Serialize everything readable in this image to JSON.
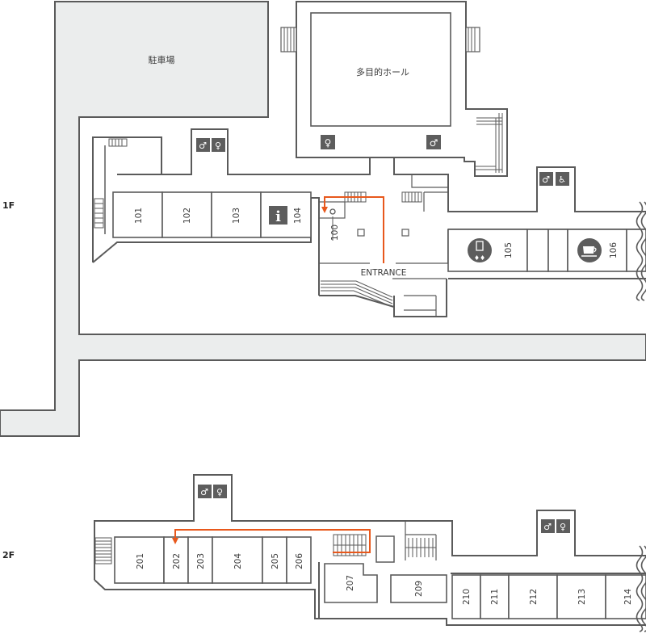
{
  "floors": {
    "f1": {
      "label": "1F"
    },
    "f2": {
      "label": "2F"
    }
  },
  "places": {
    "parking": "駐車場",
    "hall": "多目的ホール",
    "entrance": "ENTRANCE"
  },
  "rooms_1f": {
    "r100": "100",
    "r101": "101",
    "r102": "102",
    "r103": "103",
    "r104": "104",
    "r105": "105",
    "r106": "106"
  },
  "rooms_2f": {
    "r201": "201",
    "r202": "202",
    "r203": "203",
    "r204": "204",
    "r205": "205",
    "r206": "206",
    "r207": "207",
    "r209": "209",
    "r210": "210",
    "r211": "211",
    "r212": "212",
    "r213": "213",
    "r214": "214"
  },
  "icons": {
    "info": "info-icon",
    "restroom": "restroom-icon",
    "accessible": "wheelchair-icon",
    "cafe": "coffee-cup-icon",
    "elevator": "elevator-icon"
  },
  "colors": {
    "route": "#e8581c",
    "road": "#ebeded",
    "wall": "#5a5a5a",
    "icon_bg": "#5d5d5d"
  }
}
